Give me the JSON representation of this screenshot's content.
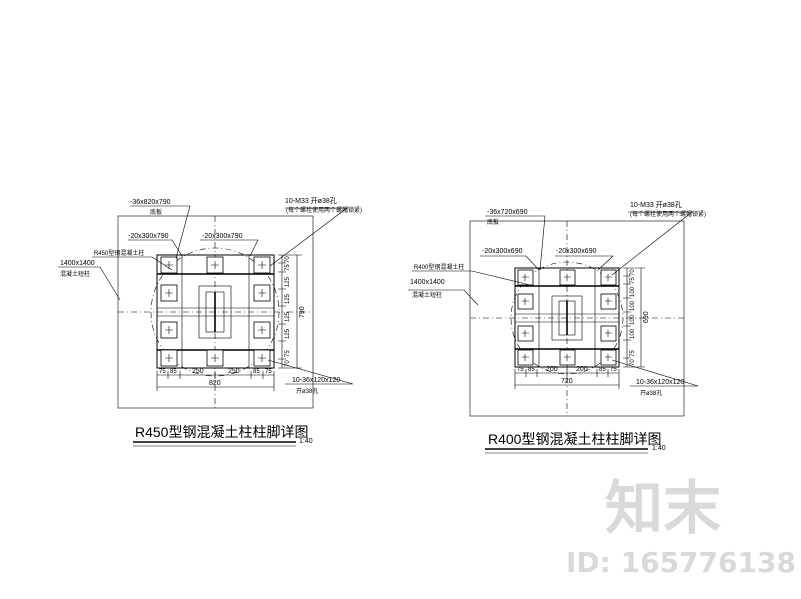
{
  "left": {
    "title": "R450型钢混凝土柱柱脚详图",
    "scale": "1:40",
    "base_plate": "-36x820x790",
    "base_plate_note": "底板",
    "rib_h": "-20x300x790",
    "rib_v": "-20x300x790",
    "column": "R450型钢混凝土柱",
    "pedestal": "1400x1400",
    "pedestal_note": "混凝土短柱",
    "bolts": "10-M33  开ø38孔",
    "bolts_note": "(每个螺栓使用两个螺帽锁紧)",
    "washer": "10-36x120x120",
    "washer_note": "开ø38孔",
    "dim_bottom": [
      "75",
      "85",
      "250",
      "250",
      "85",
      "75"
    ],
    "dim_total": "820",
    "dim_right": [
      "70",
      "75",
      "125",
      "125",
      "125",
      "125",
      "75",
      "70"
    ],
    "dim_right_total": "790"
  },
  "right": {
    "title": "R400型钢混凝土柱柱脚详图",
    "scale": "1:40",
    "base_plate": "-36x720x690",
    "base_plate_note": "底板",
    "rib_h": "-20x300x690",
    "rib_v": "-20x300x690",
    "column": "R400型钢混凝土柱",
    "pedestal": "1400x1400",
    "pedestal_note": "混凝土短柱",
    "bolts": "10-M33  开ø38孔",
    "bolts_note": "(每个螺栓使用两个螺帽锁紧)",
    "washer": "10-36x120x120",
    "washer_note": "开ø38孔",
    "dim_bottom": [
      "75",
      "85",
      "200",
      "200",
      "85",
      "75"
    ],
    "dim_total": "720",
    "dim_right": [
      "70",
      "75",
      "100",
      "100",
      "100",
      "100",
      "75",
      "70"
    ],
    "dim_right_total": "690"
  },
  "watermark": {
    "brand": "知末",
    "id": "ID: 165776138"
  }
}
